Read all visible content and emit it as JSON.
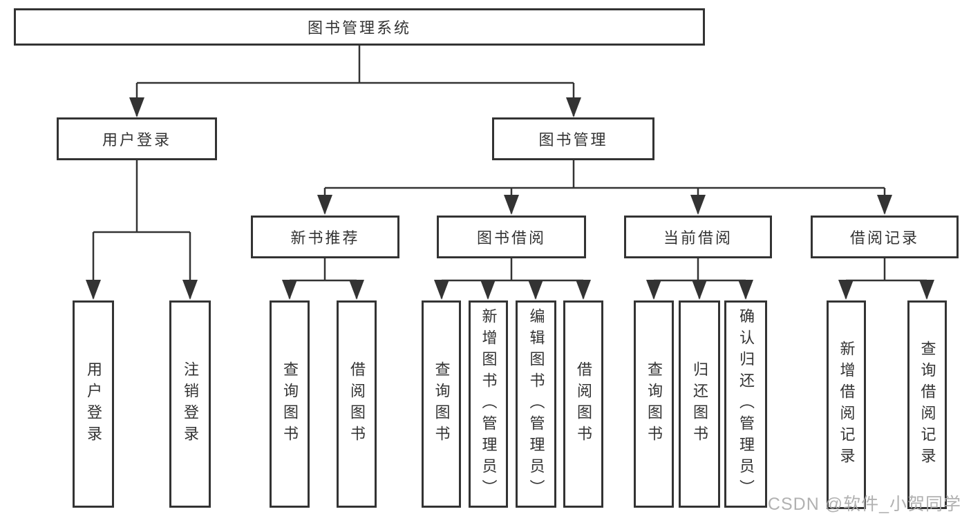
{
  "diagram": {
    "root": {
      "label": "图书管理系统"
    },
    "level2": [
      {
        "label": "用户登录"
      },
      {
        "label": "图书管理"
      }
    ],
    "level3": [
      {
        "label": "新书推荐",
        "parent": "图书管理"
      },
      {
        "label": "图书借阅",
        "parent": "图书管理"
      },
      {
        "label": "当前借阅",
        "parent": "图书管理"
      },
      {
        "label": "借阅记录",
        "parent": "图书管理"
      }
    ],
    "leaves": [
      {
        "label": "用户登录",
        "parent": "用户登录"
      },
      {
        "label": "注销登录",
        "parent": "用户登录"
      },
      {
        "label": "查询图书",
        "parent": "新书推荐"
      },
      {
        "label": "借阅图书",
        "parent": "新书推荐"
      },
      {
        "label": "查询图书",
        "parent": "图书借阅"
      },
      {
        "label": "新增图书（管理员）",
        "parent": "图书借阅"
      },
      {
        "label": "编辑图书（管理员）",
        "parent": "图书借阅"
      },
      {
        "label": "借阅图书",
        "parent": "图书借阅"
      },
      {
        "label": "查询图书",
        "parent": "当前借阅"
      },
      {
        "label": "归还图书",
        "parent": "当前借阅"
      },
      {
        "label": "确认归还（管理员）",
        "parent": "当前借阅"
      },
      {
        "label": "新增借阅记录",
        "parent": "借阅记录"
      },
      {
        "label": "查询借阅记录",
        "parent": "借阅记录"
      }
    ],
    "colors": {
      "line": "#333333",
      "text": "#333333",
      "background": "#ffffff",
      "watermark": "#a8a8a8"
    }
  },
  "watermark": {
    "text": "CSDN @软件_小贺同学"
  }
}
